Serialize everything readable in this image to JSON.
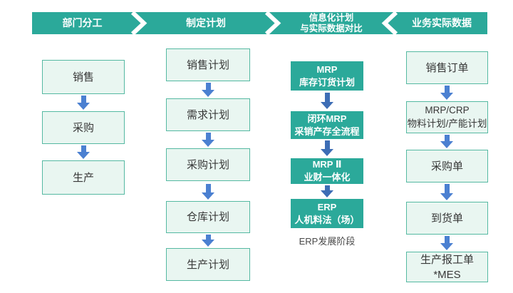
{
  "colors": {
    "header_teal": "#2ba99a",
    "box_fill": "#e9f6f1",
    "box_border": "#55b9a2",
    "teal_box_fill": "#2ba99a",
    "arrow_blue": "#4b80d1",
    "arrow_blue_dark": "#3d6db5",
    "text_dark": "#383838",
    "caption_gray": "#4a4a4a"
  },
  "header": {
    "segments": [
      {
        "label": "部门分工"
      },
      {
        "label": "制定计划"
      },
      {
        "label": "信息化计划",
        "label2": "与实际数据对比"
      },
      {
        "label": "业务实际数据"
      }
    ]
  },
  "columns": [
    {
      "boxes": [
        {
          "line1": "销售"
        },
        {
          "line1": "采购"
        },
        {
          "line1": "生产"
        }
      ]
    },
    {
      "boxes": [
        {
          "line1": "销售计划"
        },
        {
          "line1": "需求计划"
        },
        {
          "line1": "采购计划"
        },
        {
          "line1": "仓库计划"
        },
        {
          "line1": "生产计划"
        }
      ]
    },
    {
      "boxes": [
        {
          "line1": "MRP",
          "line2": "库存订货计划"
        },
        {
          "line1": "闭环MRP",
          "line2": "采销产存全流程"
        },
        {
          "line1": "MRP Ⅱ",
          "line2": "业财一体化"
        },
        {
          "line1": "ERP",
          "line2": "人机料法（场）"
        }
      ],
      "caption": "ERP发展阶段"
    },
    {
      "boxes": [
        {
          "line1": "销售订单"
        },
        {
          "line1": "MRP/CRP",
          "line2": "物料计划/产能计划"
        },
        {
          "line1": "采购单"
        },
        {
          "line1": "到货单"
        },
        {
          "line1": "生产报工单",
          "line2": "*MES"
        }
      ]
    }
  ]
}
